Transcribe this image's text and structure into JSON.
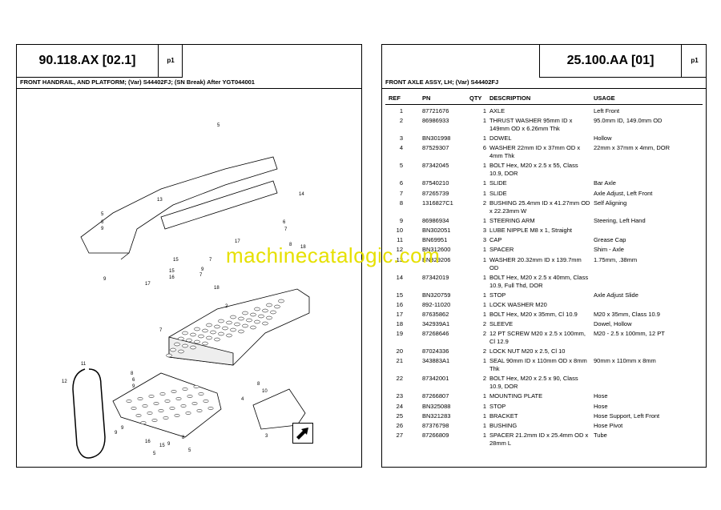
{
  "left_page": {
    "code": "90.118.AX [02.1]",
    "page_ref": "p1",
    "subtitle": "FRONT HANDRAIL, AND PLATFORM; (Var) S44402FJ; (SN Break) After YGT044001",
    "callouts": [
      "5",
      "13",
      "14",
      "5",
      "6",
      "9",
      "6",
      "7",
      "17",
      "15",
      "8",
      "18",
      "7",
      "9",
      "15",
      "16",
      "9",
      "7",
      "17",
      "18",
      "2",
      "7",
      "11",
      "8",
      "6",
      "9",
      "12",
      "8",
      "10",
      "9",
      "16",
      "15",
      "4",
      "3",
      "9",
      "5",
      "9",
      "8",
      "5"
    ],
    "nav_icon": "next-page-arrow-icon"
  },
  "right_page": {
    "code": "25.100.AA [01]",
    "page_ref": "p1",
    "subtitle": "FRONT AXLE ASSY, LH; (Var) S44402FJ",
    "headers": {
      "ref": "REF",
      "pn": "PN",
      "qty": "QTY",
      "description": "DESCRIPTION",
      "usage": "USAGE"
    },
    "rows": [
      {
        "ref": "1",
        "pn": "87721676",
        "qty": "1",
        "desc": "AXLE",
        "desc2": "",
        "usage": "Left Front"
      },
      {
        "ref": "2",
        "pn": "86986933",
        "qty": "1",
        "desc": "THRUST WASHER 95mm ID x",
        "desc2": "149mm OD x 6.26mm Thk",
        "usage": "95.0mm ID, 149.0mm OD"
      },
      {
        "ref": "3",
        "pn": "BN301998",
        "qty": "1",
        "desc": "DOWEL",
        "desc2": "",
        "usage": "Hollow"
      },
      {
        "ref": "4",
        "pn": "87529307",
        "qty": "6",
        "desc": "WASHER 22mm ID x 37mm OD x",
        "desc2": "4mm Thk",
        "usage": "22mm x 37mm x 4mm, DOR"
      },
      {
        "ref": "5",
        "pn": "87342045",
        "qty": "1",
        "desc": "BOLT Hex, M20 x 2.5 x 55, Class",
        "desc2": "10.9, DOR",
        "usage": ""
      },
      {
        "ref": "6",
        "pn": "87540210",
        "qty": "1",
        "desc": "SLIDE",
        "desc2": "",
        "usage": "Bar Axle"
      },
      {
        "ref": "7",
        "pn": "87265739",
        "qty": "1",
        "desc": "SLIDE",
        "desc2": "",
        "usage": "Axle Adjust, Left Front"
      },
      {
        "ref": "8",
        "pn": "1316827C1",
        "qty": "2",
        "desc": "BUSHING 25.4mm ID x 41.27mm OD",
        "desc2": "x 22.23mm W",
        "usage": "Self Aligning"
      },
      {
        "ref": "9",
        "pn": "86986934",
        "qty": "1",
        "desc": "STEERING ARM",
        "desc2": "",
        "usage": "Steering, Left Hand"
      },
      {
        "ref": "10",
        "pn": "BN302051",
        "qty": "3",
        "desc": "LUBE NIPPLE M8 x 1, Straight",
        "desc2": "",
        "usage": ""
      },
      {
        "ref": "11",
        "pn": "BN69951",
        "qty": "3",
        "desc": "CAP",
        "desc2": "",
        "usage": "Grease Cap"
      },
      {
        "ref": "12",
        "pn": "BN312600",
        "qty": "1",
        "desc": "SPACER",
        "desc2": "",
        "usage": "Shim - Axle"
      },
      {
        "ref": "13",
        "pn": "BN329206",
        "qty": "1",
        "desc": "WASHER 20.32mm ID x 139.7mm",
        "desc2": "OD",
        "usage": "1.75mm, .38mm"
      },
      {
        "ref": "14",
        "pn": "87342019",
        "qty": "1",
        "desc": "BOLT Hex, M20 x 2.5 x 40mm, Class",
        "desc2": "10.9, Full Thd, DOR",
        "usage": ""
      },
      {
        "ref": "15",
        "pn": "BN320759",
        "qty": "1",
        "desc": "STOP",
        "desc2": "",
        "usage": "Axle Adjust Slide"
      },
      {
        "ref": "16",
        "pn": "892-11020",
        "qty": "1",
        "desc": "LOCK WASHER M20",
        "desc2": "",
        "usage": ""
      },
      {
        "ref": "17",
        "pn": "87635862",
        "qty": "1",
        "desc": "BOLT Hex, M20 x 35mm, Cl 10.9",
        "desc2": "",
        "usage": "M20 x 35mm, Class 10.9"
      },
      {
        "ref": "18",
        "pn": "342939A1",
        "qty": "2",
        "desc": "SLEEVE",
        "desc2": "",
        "usage": "Dowel, Hollow"
      },
      {
        "ref": "19",
        "pn": "87268646",
        "qty": "2",
        "desc": "12 PT SCREW M20 x 2.5 x 100mm,",
        "desc2": "Cl 12.9",
        "usage": "M20 - 2.5 x 100mm, 12 PT"
      },
      {
        "ref": "20",
        "pn": "87024336",
        "qty": "2",
        "desc": "LOCK NUT M20 x 2.5, Cl 10",
        "desc2": "",
        "usage": ""
      },
      {
        "ref": "21",
        "pn": "343883A1",
        "qty": "1",
        "desc": "SEAL 90mm ID x 110mm OD x 8mm",
        "desc2": "Thk",
        "usage": "90mm x 110mm x 8mm"
      },
      {
        "ref": "22",
        "pn": "87342001",
        "qty": "2",
        "desc": "BOLT Hex, M20 x 2.5 x 90, Class",
        "desc2": "10.9, DOR",
        "usage": ""
      },
      {
        "ref": "23",
        "pn": "87266807",
        "qty": "1",
        "desc": "MOUNTING PLATE",
        "desc2": "",
        "usage": "Hose"
      },
      {
        "ref": "24",
        "pn": "BN325088",
        "qty": "1",
        "desc": "STOP",
        "desc2": "",
        "usage": "Hose"
      },
      {
        "ref": "25",
        "pn": "BN321283",
        "qty": "1",
        "desc": "BRACKET",
        "desc2": "",
        "usage": "Hose Support, Left Front"
      },
      {
        "ref": "26",
        "pn": "87376798",
        "qty": "1",
        "desc": "BUSHING",
        "desc2": "",
        "usage": "Hose Pivot"
      },
      {
        "ref": "27",
        "pn": "87266809",
        "qty": "1",
        "desc": "SPACER 21.2mm ID x 25.4mm OD x",
        "desc2": "28mm L",
        "usage": "Tube"
      }
    ]
  },
  "watermark": "machinecatalogic.com"
}
